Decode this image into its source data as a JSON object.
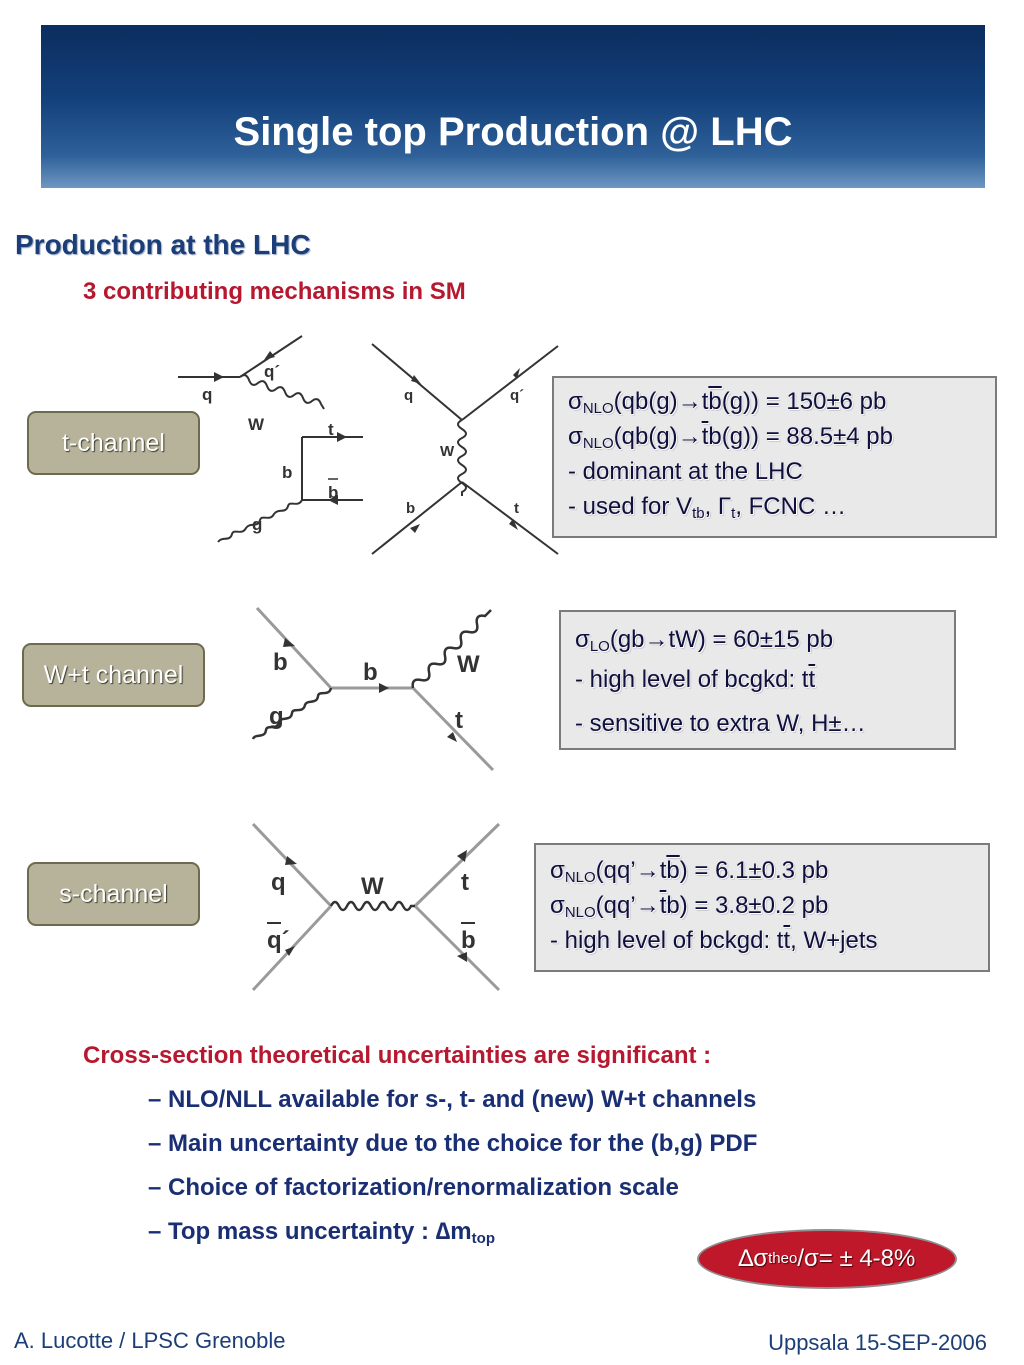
{
  "header": {
    "title": "Single top Production @ LHC"
  },
  "section": {
    "heading": "Production at the LHC",
    "subtitle": "3 contributing mechanisms in SM"
  },
  "channels": {
    "t": {
      "label": "t-channel",
      "diagram_labels": {
        "q": "q",
        "qp": "q´",
        "W": "W",
        "t": "t",
        "b": "b",
        "bbar": "b",
        "g": "g",
        "q2": "q",
        "qp2": "q´",
        "W2": "W",
        "b2": "b",
        "t2": "t"
      },
      "box": {
        "l1": {
          "sigma": "σ",
          "sub": "NLO",
          "a": "(qb(g)",
          "arrow": "→",
          "b": "t",
          "bar": "b",
          "c": "(g)) = 150±6 pb"
        },
        "l2": {
          "sigma": "σ",
          "sub": "NLO",
          "a": "(qb(g)",
          "arrow": "→",
          "bar": "t",
          "c": "b(g)) = 88.5±4 pb"
        },
        "l3": "- dominant at the LHC",
        "l4": {
          "a": "- used for V",
          "sub": "tb",
          "b": ", ",
          "gamma": "Γ",
          "sub2": "t",
          "c": ", FCNC …"
        }
      }
    },
    "wt": {
      "label": "W+t channel",
      "diagram_labels": {
        "b": "b",
        "g": "g",
        "bmid": "b",
        "W": "W",
        "t": "t"
      },
      "box": {
        "l1": {
          "sigma": "σ",
          "sub": "LO",
          "a": "(gb",
          "arrow": "→",
          "c": "tW) = 60±15 pb"
        },
        "l2": {
          "a": "- high level of bcgkd: t",
          "bar": "t"
        },
        "l3": "- sensitive to extra W, H±…"
      }
    },
    "s": {
      "label": "s-channel",
      "diagram_labels": {
        "q": "q",
        "qbar": "q´",
        "W": "W",
        "t": "t",
        "bbar": "b"
      },
      "box": {
        "l1": {
          "sigma": "σ",
          "sub": "NLO",
          "a": "(qq’",
          "arrow": "→",
          "b": "t",
          "bar": "b",
          "c": ") = 6.1±0.3 pb"
        },
        "l2": {
          "sigma": "σ",
          "sub": "NLO",
          "a": "(qq’",
          "arrow": "→",
          "bar": "t",
          "c": "b) = 3.8±0.2 pb"
        },
        "l3": {
          "a": "- high level of bckgd: t",
          "bar": "t",
          "c": ", W+jets"
        }
      }
    }
  },
  "uncertainties": {
    "heading": "Cross-section theoretical uncertainties are significant :",
    "bullets": [
      "– NLO/NLL available for s-, t- and (new) W+t channels",
      "– Main uncertainty due to the choice for the (b,g) PDF",
      "– Choice of factorization/renormalization scale"
    ],
    "last": {
      "a": "– Top mass uncertainty : ∆m",
      "sub": "top"
    }
  },
  "oval": {
    "a": "∆σ",
    "sub": "theo",
    "b": "/σ= ± 4-8%"
  },
  "footer": {
    "left": "A. Lucotte / LPSC Grenoble",
    "right": "Uppsala 15-SEP-2006"
  },
  "colors": {
    "header_dark": "#0c2d5f",
    "heading_blue": "#1c3e78",
    "accent_red": "#b5182f",
    "oval_red": "#c0182b",
    "label_bg": "#b7b39a",
    "box_bg": "#e9e9e9",
    "bullet_blue": "#1a2f73"
  }
}
